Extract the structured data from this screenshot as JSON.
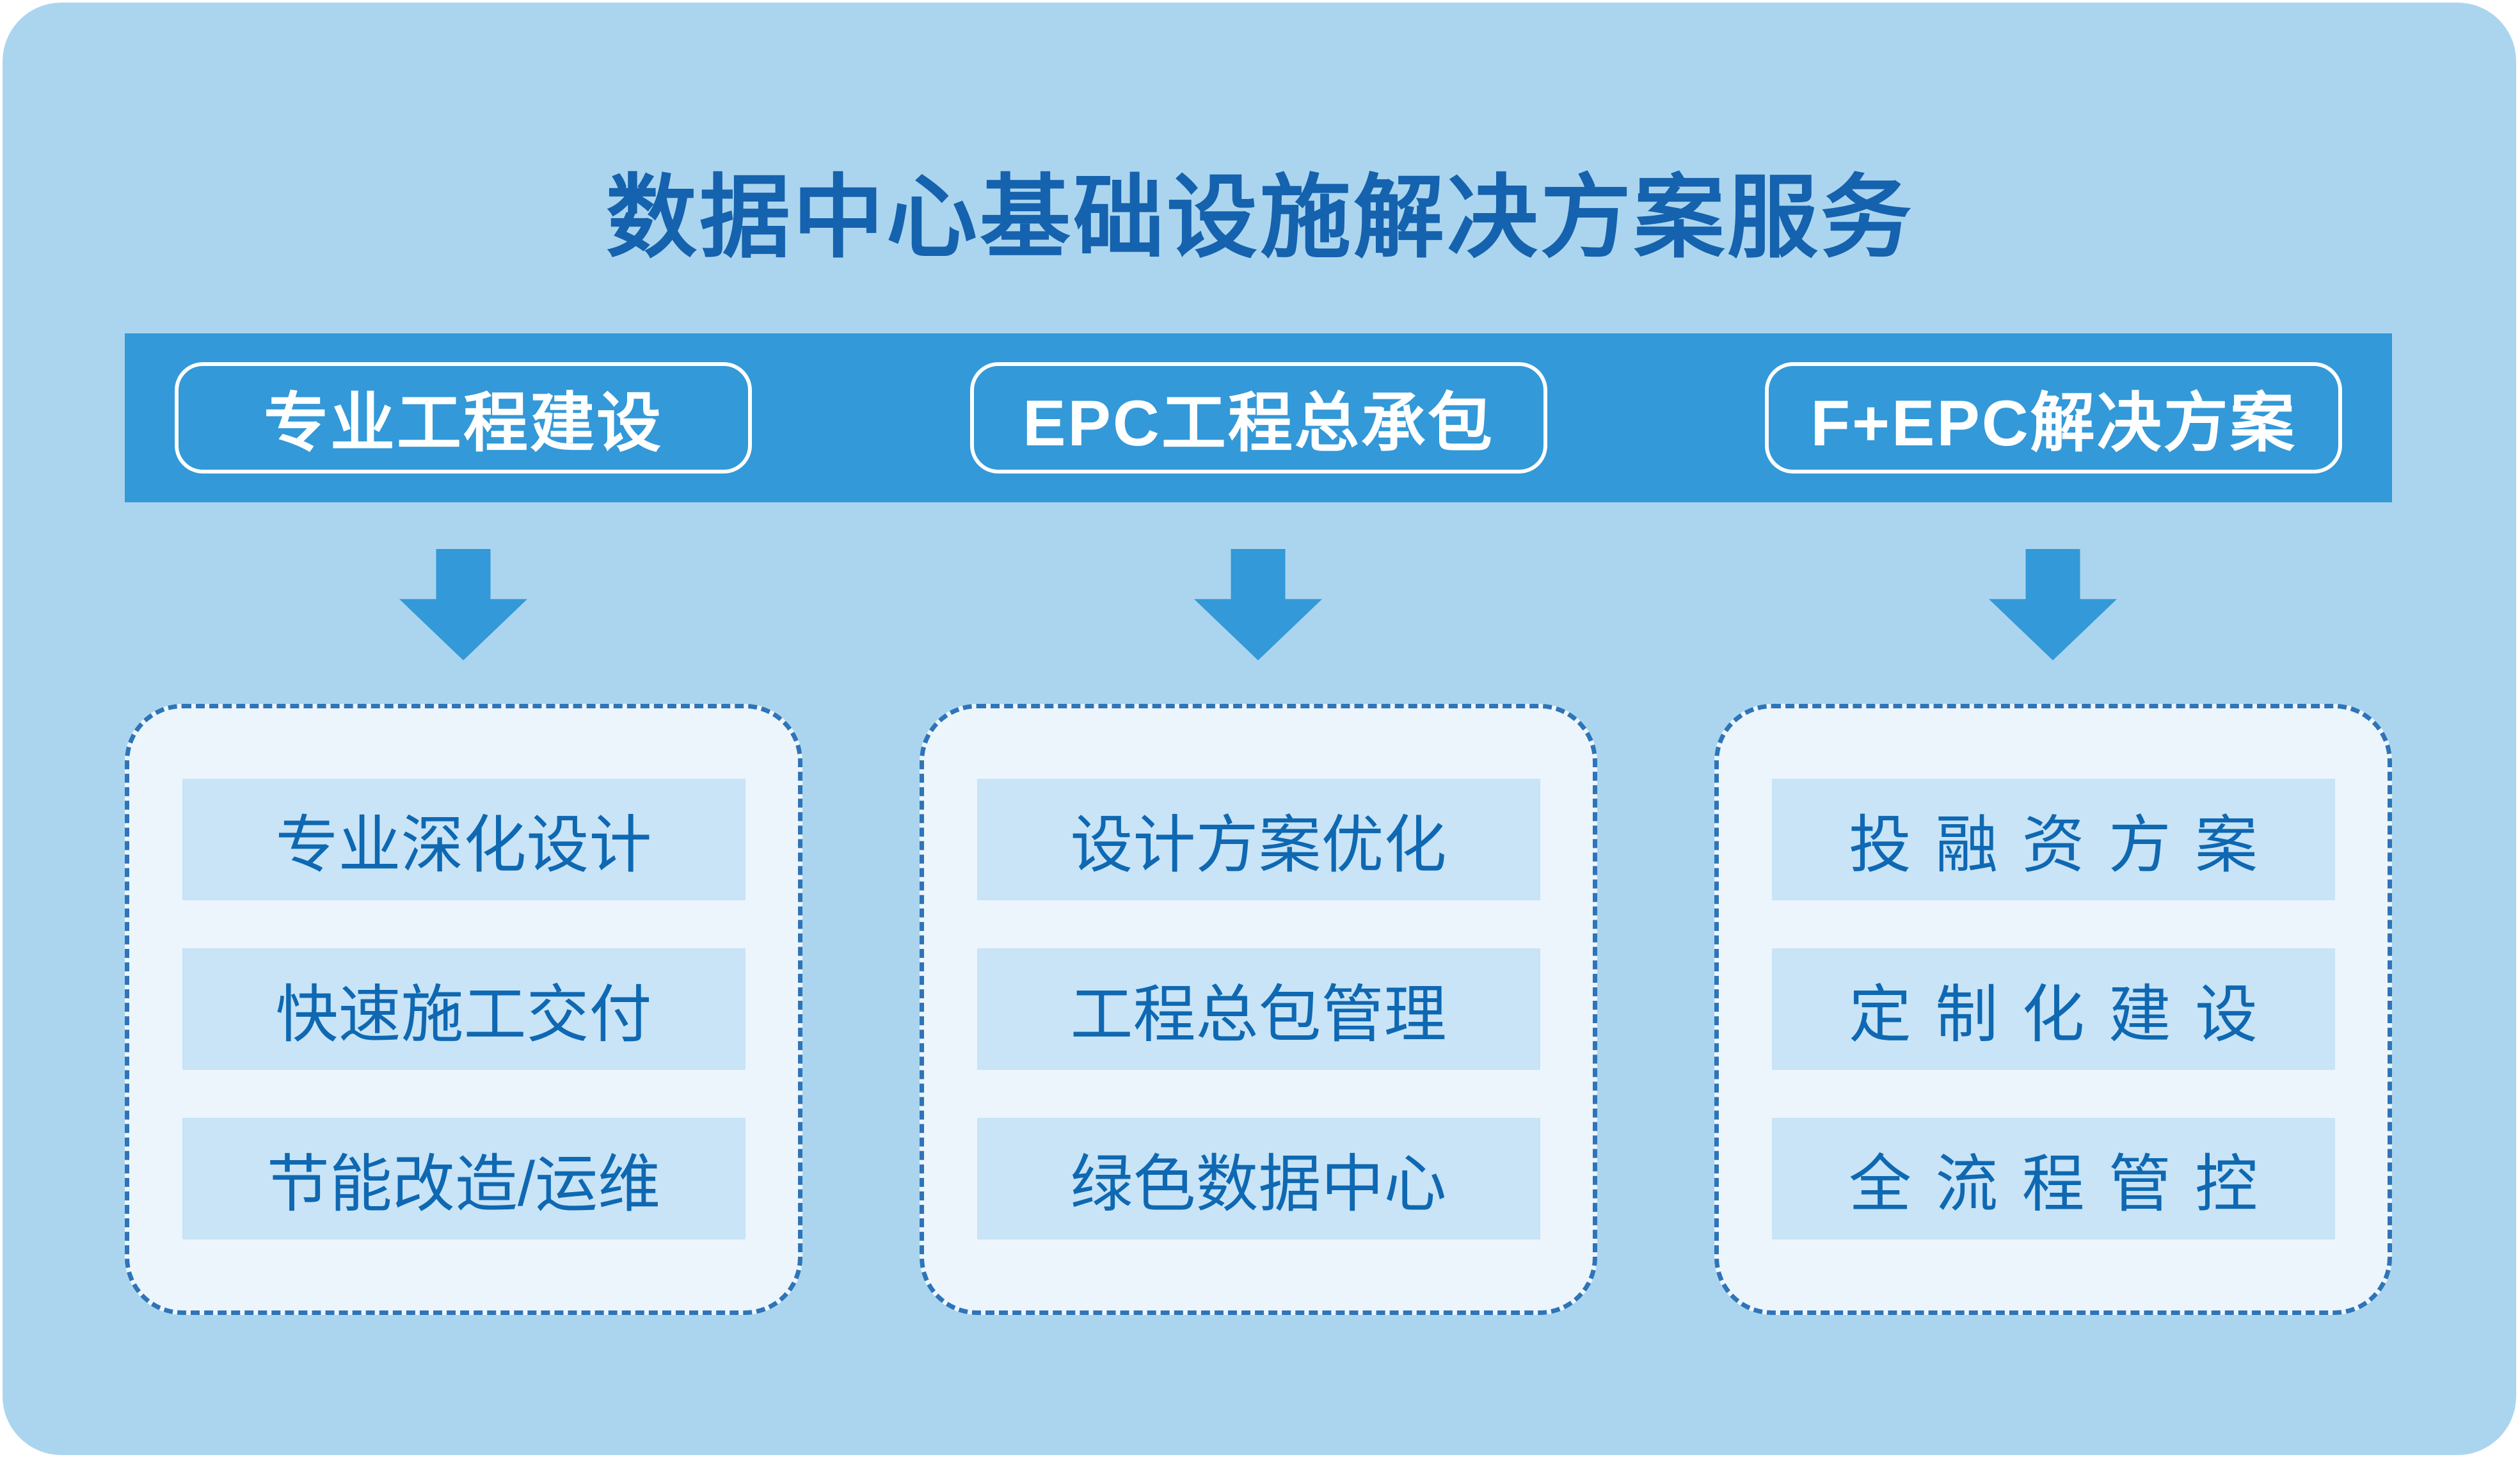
{
  "title": "数据中心基础设施解决方案服务",
  "columns": [
    {
      "header": "专业工程建设",
      "items": [
        "专业深化设计",
        "快速施工交付",
        "节能改造/运维"
      ]
    },
    {
      "header": "EPC工程总承包",
      "items": [
        "设计方案优化",
        "工程总包管理",
        "绿色数据中心"
      ]
    },
    {
      "header": "F+EPC解决方案",
      "items": [
        "投融资方案",
        "定制化建设",
        "全流程管控"
      ]
    }
  ],
  "colors": {
    "card_background": "#abd5ee",
    "band_background": "#3399d8",
    "arrow": "#3399d8",
    "title_text": "#1562ae",
    "panel_background": "#ecf5fc",
    "panel_border": "#2e74b8",
    "item_background": "#c8e4f6",
    "item_text": "#0f68b2",
    "pill_border": "#ffffff",
    "pill_text": "#ffffff"
  }
}
